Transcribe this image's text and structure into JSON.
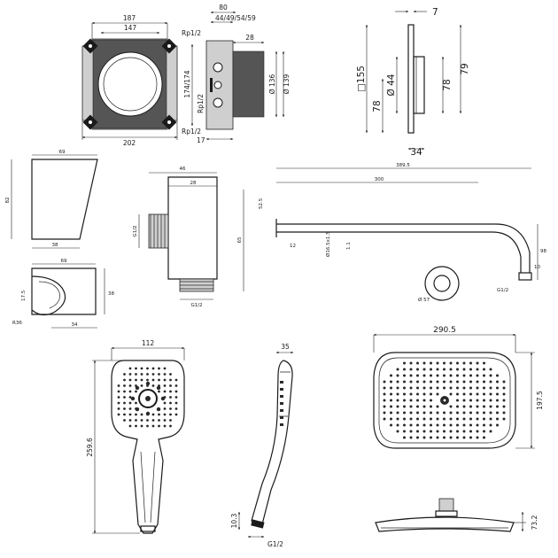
{
  "diagram": {
    "box_dimensions": {
      "outer_width": "187",
      "inner_width": "147",
      "base_width": "202",
      "total_depth": "80",
      "depth_range": "44/49/54/59",
      "inset_depth": "28",
      "side_height": "174/174",
      "diameter_outer": "Ø 136",
      "diameter_inner": "Ø 139",
      "depth_small": "17",
      "thread_top": "Rp1/2",
      "thread_mid": "Rp1/2",
      "thread_bottom": "Rp1/2"
    },
    "cover_plate": {
      "plate_thickness": "7",
      "plate_size": "□155",
      "plate_half": "78",
      "knob_diameter": "Ø 44",
      "knob_height": "79",
      "knob_half": "78",
      "knob_depth": "34"
    },
    "hook_bracket": {
      "top_width": "69",
      "height": "82",
      "bottom_width": "38",
      "plan_width": "69",
      "plan_height": "38",
      "plan_depth": "34",
      "radius": "R36",
      "offset": "17.5"
    },
    "wall_outlet": {
      "width": "46",
      "inner_width": "28",
      "height": "65",
      "thread_side": "G1/2",
      "thread_bottom": "G1/2"
    },
    "shower_arm": {
      "total_length": "389.5",
      "straight_length": "300",
      "vertical_offset": "52.5",
      "flange_offset": "12",
      "small_dim": "1.1",
      "pipe_diameter": "Ø16.5x1.5",
      "height_right": "98",
      "radius_dim": "10",
      "thread": "G1/2",
      "flange_diameter": "Ø 57"
    },
    "hand_shower": {
      "head_width": "112",
      "total_length": "259.6"
    },
    "hand_shower_side": {
      "head_depth": "35",
      "connector_length": "10.3",
      "thread": "G1/2"
    },
    "overhead_shower": {
      "width": "290.5",
      "depth": "197.5",
      "profile_height": "73.2"
    }
  }
}
